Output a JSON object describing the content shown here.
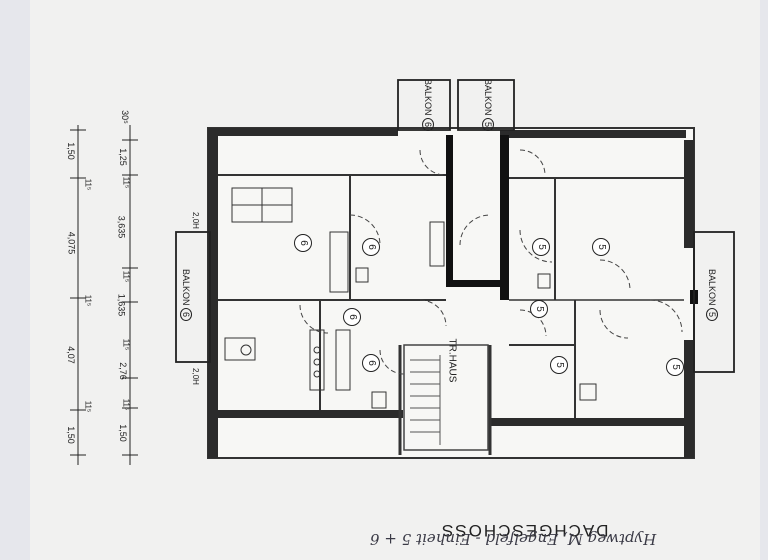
{
  "drawing": {
    "title": "DACHGESCHOSS",
    "handwritten_note": "Hyptweg M, Engelfeld - Einheit 5 + 6",
    "stair_label": "TR.HAUS"
  },
  "balconies": [
    {
      "label": "BALKON",
      "unit": "6"
    },
    {
      "label": "BALKON",
      "unit": "5"
    },
    {
      "label": "BALKON",
      "unit": "6"
    },
    {
      "label": "BALKON",
      "unit": "5"
    }
  ],
  "room_units": [
    "6",
    "6",
    "6",
    "6",
    "5",
    "5",
    "5",
    "5",
    "5"
  ],
  "window_marks": [
    "2,0H",
    "2,0H"
  ],
  "dimensions": {
    "row1": [
      "30⁵",
      "1,25",
      "11⁵",
      "3,635",
      "11⁵",
      "1,635",
      "11⁵",
      "2,76",
      "11⁵",
      "1,50"
    ],
    "row2": [
      "1,50",
      "11⁵",
      "4,075",
      "11⁵",
      "4,07",
      "11⁵",
      "1,50"
    ]
  }
}
